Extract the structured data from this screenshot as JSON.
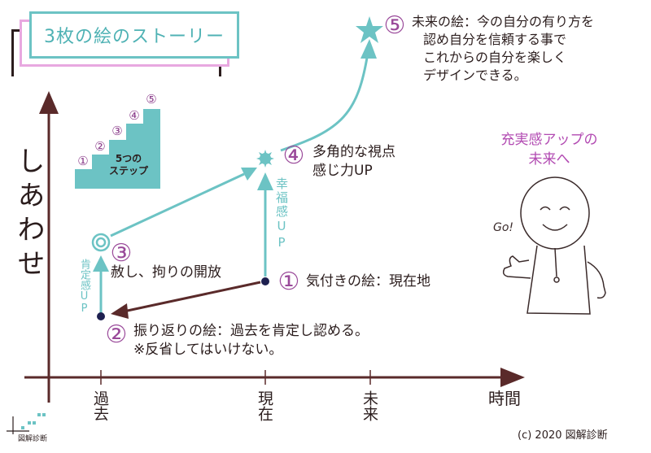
{
  "title": "3枚の絵のストーリー",
  "y_axis_label": "しあわせ",
  "x_axis_label": "時間",
  "x_ticks": [
    {
      "id": "past",
      "label": "過去"
    },
    {
      "id": "now",
      "label": "現在"
    },
    {
      "id": "future",
      "label": "未来"
    }
  ],
  "steps_inset": {
    "numbers": [
      "①",
      "②",
      "③",
      "④",
      "⑤"
    ],
    "caption": "5つの\nステップ"
  },
  "points": [
    {
      "num": "①",
      "lines": [
        "気付きの絵：現在地"
      ]
    },
    {
      "num": "②",
      "lines": [
        "振り返りの絵：過去を肯定し認める。",
        "※反省してはいけない。"
      ]
    },
    {
      "num": "③",
      "lines": [
        "赦し、拘りの開放"
      ]
    },
    {
      "num": "④",
      "lines": [
        "多角的な視点",
        "感じ力UP"
      ]
    },
    {
      "num": "⑤",
      "lines": [
        "未来の絵：今の自分の有り方を",
        "認め自分を信頼する事で",
        "これからの自分を楽しく",
        "デザインできる。"
      ]
    }
  ],
  "arrow_labels": {
    "left": "肯定感UP",
    "right": "幸福感UP"
  },
  "character": {
    "caption": "充実感アップの\n未来へ",
    "speech": "Go!"
  },
  "logo_text": "図解診断",
  "copyright": "(c) 2020 図解診断",
  "colors": {
    "teal": "#6cc3c4",
    "purple": "#9a4a9a",
    "axis": "#5a2a2a",
    "pink": "#e8a8e0"
  }
}
